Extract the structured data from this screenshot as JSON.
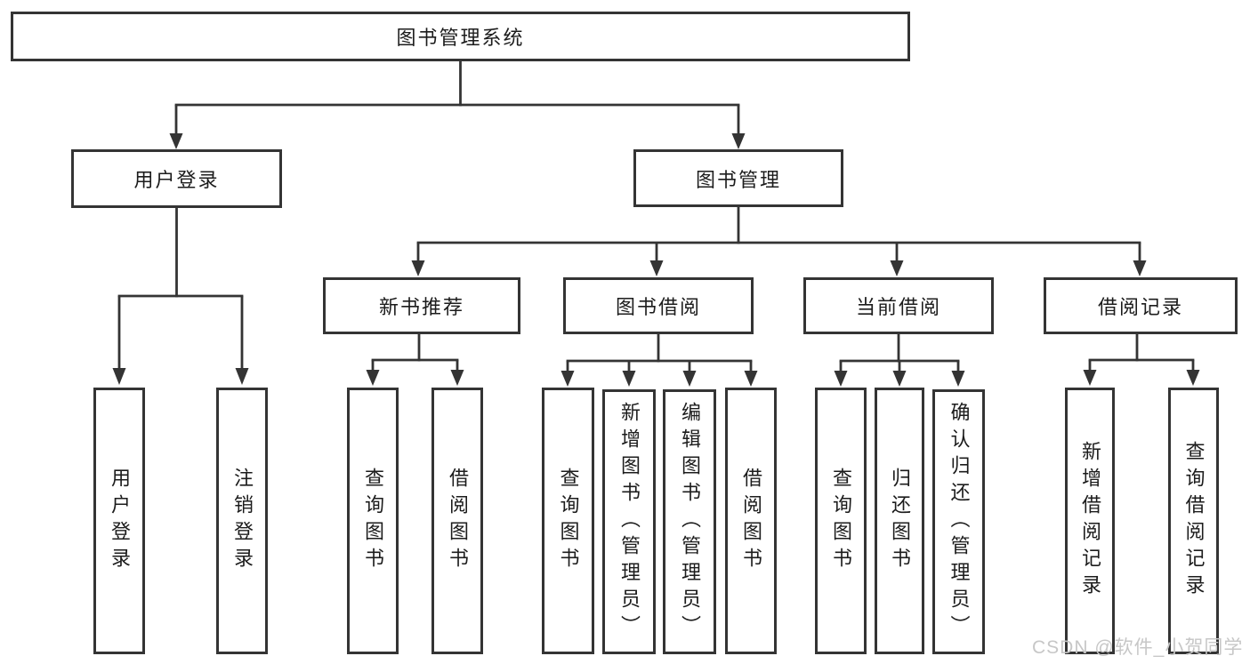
{
  "tree": {
    "label": "图书管理系统",
    "children": [
      {
        "label": "用户登录",
        "children": [
          {
            "label": "用户登录"
          },
          {
            "label": "注销登录"
          }
        ]
      },
      {
        "label": "图书管理",
        "children": [
          {
            "label": "新书推荐",
            "children": [
              {
                "label": "查询图书"
              },
              {
                "label": "借阅图书"
              }
            ]
          },
          {
            "label": "图书借阅",
            "children": [
              {
                "label": "查询图书"
              },
              {
                "label": "新增图书（管理员）"
              },
              {
                "label": "编辑图书（管理员）"
              },
              {
                "label": "借阅图书"
              }
            ]
          },
          {
            "label": "当前借阅",
            "children": [
              {
                "label": "查询图书"
              },
              {
                "label": "归还图书"
              },
              {
                "label": "确认归还（管理员）"
              }
            ]
          },
          {
            "label": "借阅记录",
            "children": [
              {
                "label": "新增借阅记录"
              },
              {
                "label": "查询借阅记录"
              }
            ]
          }
        ]
      }
    ]
  },
  "watermark": {
    "text": "CSDN @软件_小贺同学"
  },
  "colors": {
    "line": "#343434",
    "text": "#1c1c1c",
    "box_background": "#ffffff",
    "watermark": "#c7c7c7",
    "page_background": "#ffffff"
  }
}
